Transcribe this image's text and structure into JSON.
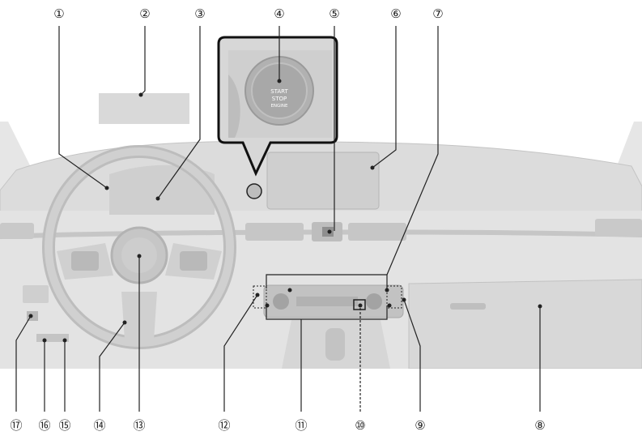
{
  "callouts": [
    {
      "id": "1",
      "label": "①"
    },
    {
      "id": "2",
      "label": "②"
    },
    {
      "id": "3",
      "label": "③"
    },
    {
      "id": "4",
      "label": "④"
    },
    {
      "id": "5",
      "label": "⑤"
    },
    {
      "id": "6",
      "label": "⑥"
    },
    {
      "id": "7",
      "label": "⑦"
    },
    {
      "id": "8",
      "label": "⑧"
    },
    {
      "id": "9",
      "label": "⑨"
    },
    {
      "id": "10",
      "label": "⑩"
    },
    {
      "id": "11",
      "label": "⑪"
    },
    {
      "id": "12",
      "label": "⑫"
    },
    {
      "id": "13",
      "label": "⑬"
    },
    {
      "id": "14",
      "label": "⑭"
    },
    {
      "id": "15",
      "label": "⑮"
    },
    {
      "id": "16",
      "label": "⑯"
    },
    {
      "id": "17",
      "label": "⑰"
    }
  ],
  "start_button": {
    "line1": "START",
    "line2": "STOP",
    "line3": "ENGINE"
  },
  "colors": {
    "dash": "#d9d9d9",
    "dash_dark": "#bdbdbd",
    "panel": "#c9c9c9",
    "stroke": "#222222",
    "button": "#a8a8a8"
  }
}
